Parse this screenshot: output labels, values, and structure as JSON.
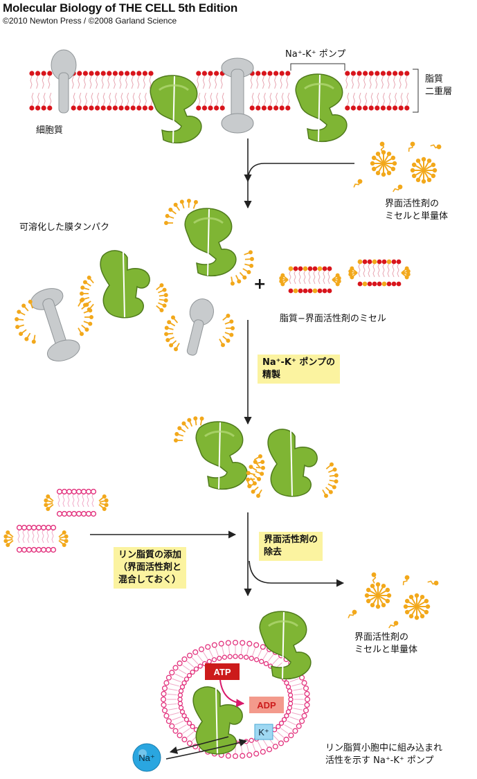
{
  "header": {
    "title": "Molecular Biology of THE CELL 5th Edition",
    "credit": "©2010 Newton Press / ©2008 Garland Science"
  },
  "labels": {
    "pump_top": "Na⁺-K⁺ ポンプ",
    "lipid_bilayer_1": "脂質",
    "lipid_bilayer_2": "二重層",
    "cytoplasm": "細胞質",
    "micelles_1_line1": "界面活性剤の",
    "micelles_1_line2": "ミセルと単量体",
    "solubilized": "可溶化した膜タンパク",
    "plus": "+",
    "lipid_detergent_micelles": "脂質−界面活性剤のミセル",
    "purify_line1": "Na⁺-K⁺ ポンプの",
    "purify_line2": "精製",
    "add_lipid_line1": "リン脂質の添加",
    "add_lipid_line2": "（界面活性剤と",
    "add_lipid_line3": "混合しておく）",
    "remove_line1": "界面活性剤の",
    "remove_line2": "除去",
    "micelles_2_line1": "界面活性剤の",
    "micelles_2_line2": "ミセルと単量体",
    "atp": "ATP",
    "adp": "ADP",
    "k_ion": "K⁺",
    "na_ion": "Na⁺",
    "final_line1": "リン脂質小胞中に組み込まれ",
    "final_line2": "活性を示す Na⁺-K⁺ ポンプ"
  },
  "colors": {
    "pump_green": "#7fb534",
    "pump_dark": "#4f7a1c",
    "membrane_protein_gray": "#c8cbcd",
    "lipid_head_red": "#d8151c",
    "detergent_orange": "#f2a81b",
    "phospholipid_pink": "#e2307c",
    "highlight_yellow": "#fbf3a0",
    "atp_red": "#cc1b1b",
    "adp_pink": "#f39a8c",
    "k_blue": "#9fd8f2",
    "na_blue": "#2aa6e0"
  }
}
